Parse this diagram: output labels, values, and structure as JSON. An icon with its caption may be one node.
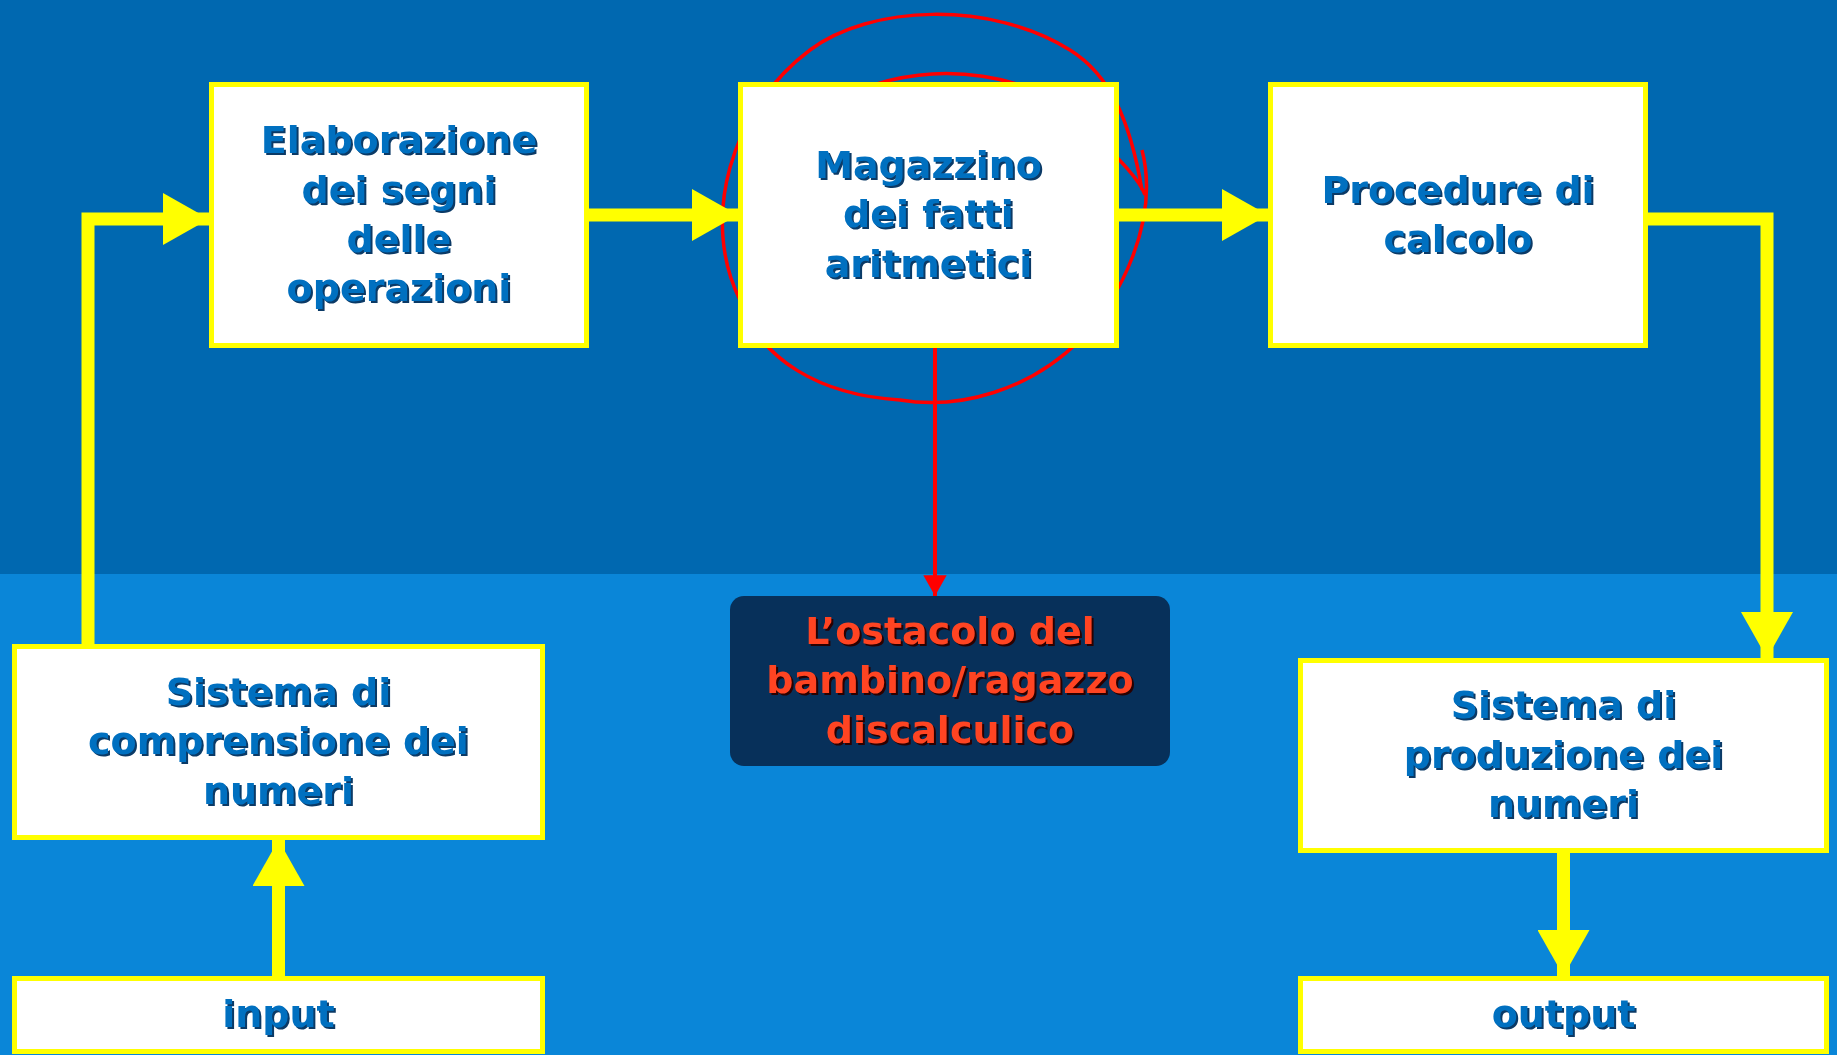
{
  "diagram": {
    "nodes": [
      {
        "text": [
          "Elaborazione dei segni delle operazioni"
        ]
      },
      {
        "text": [
          "Magazzino dei fatti aritmetici"
        ]
      },
      {
        "text": [
          "Procedure di calcolo"
        ]
      },
      {
        "text": [
          "Sistema di comprensione dei numeri"
        ]
      },
      {
        "text": [
          "Sistema di produzione dei numeri"
        ]
      },
      {
        "text": [
          "input"
        ]
      },
      {
        "text": [
          "output"
        ]
      },
      {
        "text": [
          "L’ostacolo del bambino/ragazzo discalculico"
        ]
      }
    ],
    "edges": [
      {
        "from": 3,
        "to": 0,
        "arrow": "to"
      },
      {
        "from": 0,
        "to": 1,
        "arrow": "to"
      },
      {
        "from": 1,
        "to": 2,
        "arrow": "to"
      },
      {
        "from": 2,
        "to": 4,
        "arrow": "to"
      },
      {
        "from": 5,
        "to": 3,
        "arrow": "to"
      },
      {
        "from": 4,
        "to": 6,
        "arrow": "to"
      },
      {
        "from": 1,
        "to": 7,
        "arrow": "to",
        "color": "#ff0000"
      }
    ]
  }
}
